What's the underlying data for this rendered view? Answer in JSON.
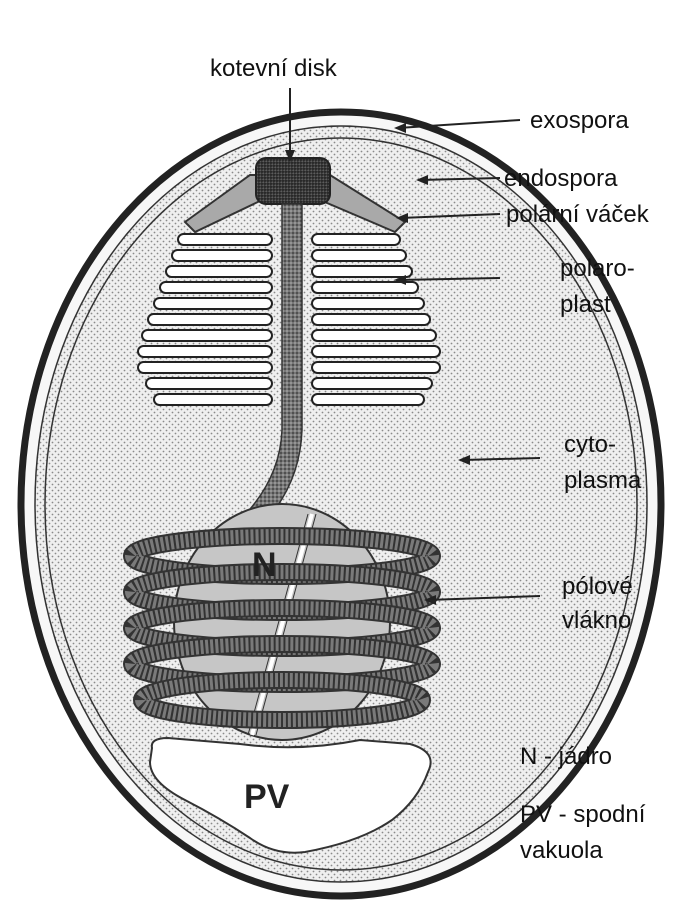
{
  "labels": {
    "kotevni_disk": "kotevní disk",
    "exospora": "exospora",
    "endospora": "endospora",
    "polarni_vacek": "polární váček",
    "polaroplast_1": "polaro-",
    "polaroplast_2": "plast",
    "cytoplasma_1": "cyto-",
    "cytoplasma_2": "plasma",
    "polove_vlakno_1": "pólové",
    "polove_vlakno_2": "vlákno",
    "nucleus_letter": "N",
    "vacuole_letter": "PV",
    "legend_n": "N - jádro",
    "legend_pv_1": "PV - spodní",
    "legend_pv_2": "vakuola"
  },
  "colors": {
    "outline": "#222222",
    "cytoplasm": "#dcdcdc",
    "nucleus": "#c4c4c4",
    "filament": "#666666",
    "anchor": "#333333",
    "sac": "#a8a8a8"
  }
}
